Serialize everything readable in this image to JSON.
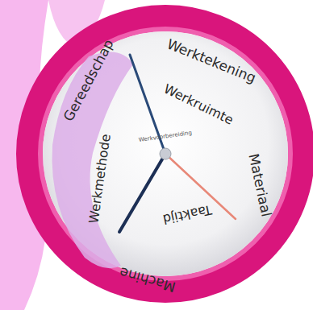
{
  "diagram": {
    "labels": [
      "Gereedschap",
      "Werktekening",
      "Materiaal",
      "Machine",
      "Werkmethode",
      "Werkruimte",
      "Taaktijd",
      "Werkvoorbereiding"
    ]
  }
}
